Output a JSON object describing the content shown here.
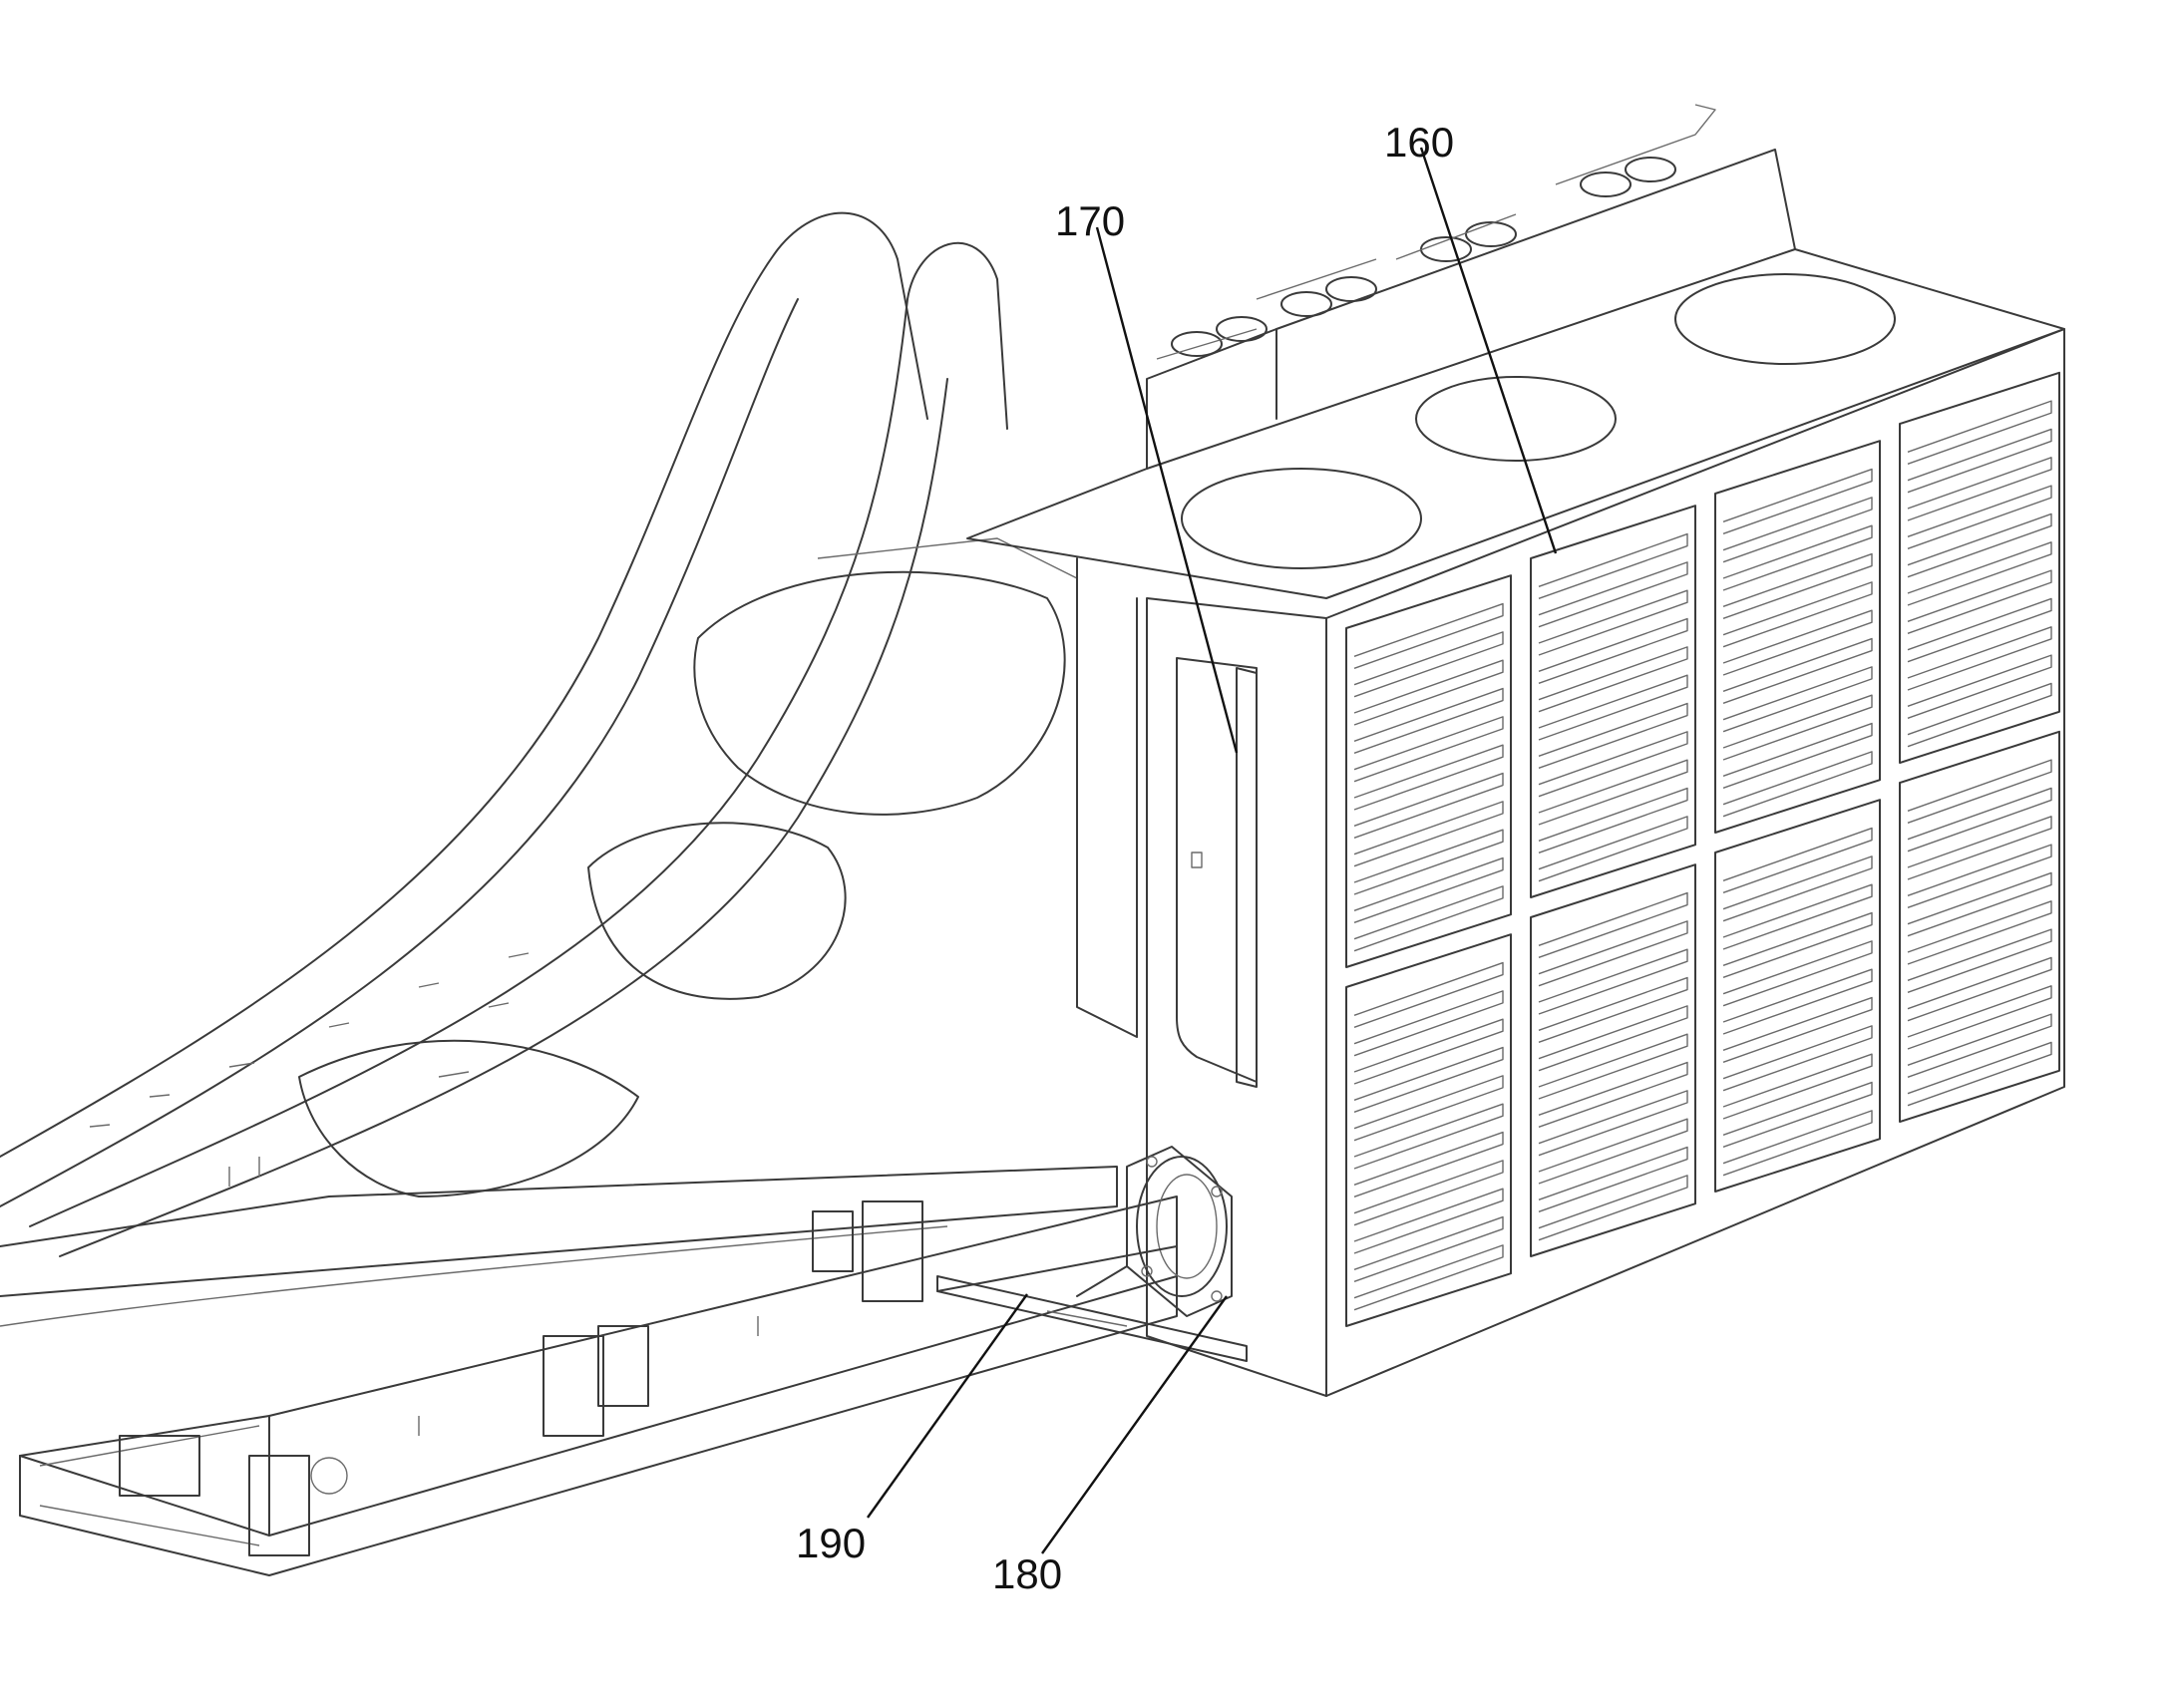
{
  "figure": {
    "reference_numerals": {
      "louver_array": "160",
      "side_door_panel": "170",
      "circular_port": "180",
      "base_skid": "190"
    }
  }
}
